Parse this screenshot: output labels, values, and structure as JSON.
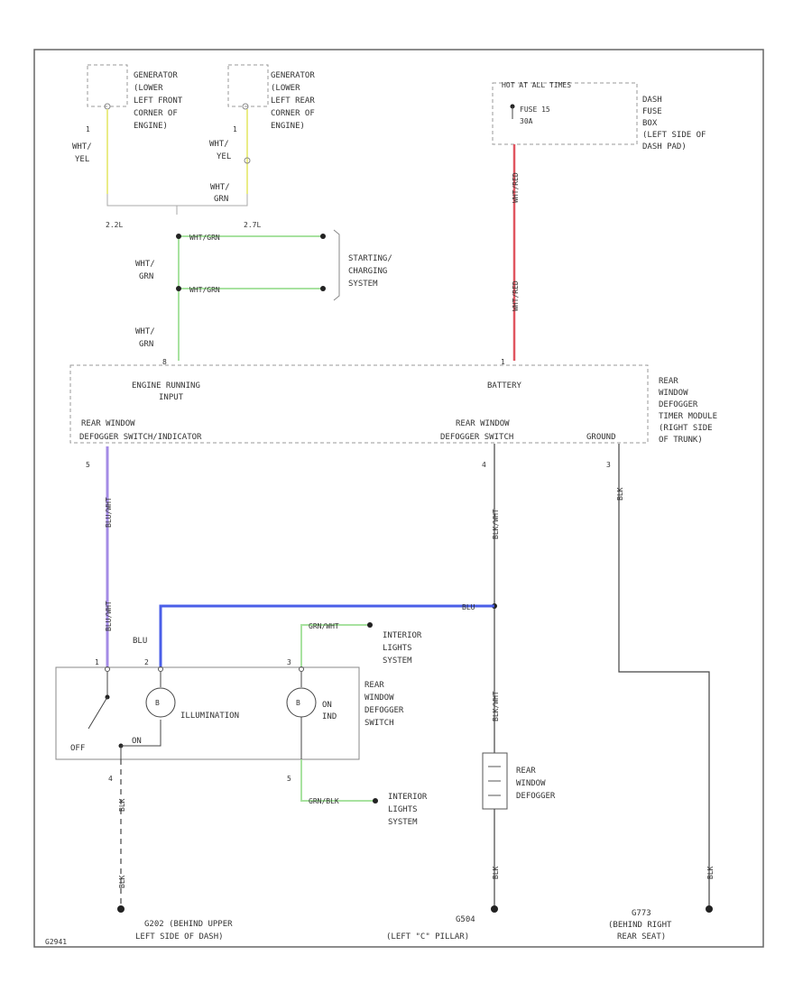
{
  "colors": {
    "yellow": "#eaec87",
    "green": "#a8e2a0",
    "red": "#e05560",
    "violet": "#a48be6",
    "blue": "#4a5ee8",
    "black": "#222222",
    "dashed_box": "#888888"
  },
  "components": {
    "gen_front": [
      "GENERATOR",
      "(LOWER",
      "LEFT FRONT",
      "CORNER OF",
      "ENGINE)"
    ],
    "gen_rear": [
      "GENERATOR",
      "(LOWER",
      "LEFT REAR",
      "CORNER OF",
      "ENGINE)"
    ],
    "fuse_box": {
      "hot": "HOT AT ALL TIMES",
      "fuse": [
        "FUSE 15",
        "30A"
      ],
      "location": [
        "DASH",
        "FUSE",
        "BOX",
        "(LEFT SIDE OF",
        "DASH PAD)"
      ]
    },
    "starting": [
      "STARTING/",
      "CHARGING",
      "SYSTEM"
    ],
    "timer_module": {
      "engine_running": [
        "ENGINE RUNNING",
        "INPUT"
      ],
      "battery": "BATTERY",
      "switch_indicator": [
        "REAR WINDOW",
        "DEFOGGER SWITCH/INDICATOR"
      ],
      "switch": [
        "REAR WINDOW",
        "DEFOGGER SWITCH"
      ],
      "ground": "GROUND",
      "name": [
        "REAR",
        "WINDOW",
        "DEFOGGER",
        "TIMER MODULE",
        "(RIGHT SIDE",
        "OF TRUNK)"
      ]
    },
    "defogger_switch": {
      "name": [
        "REAR",
        "WINDOW",
        "DEFOGGER",
        "SWITCH"
      ],
      "illumination": "ILLUMINATION",
      "on_ind": [
        "ON",
        "IND"
      ],
      "off": "OFF",
      "on": "ON"
    },
    "interior1": [
      "INTERIOR",
      "LIGHTS",
      "SYSTEM"
    ],
    "interior2": [
      "INTERIOR",
      "LIGHTS",
      "SYSTEM"
    ],
    "rear_defogger": [
      "REAR",
      "WINDOW",
      "DEFOGGER"
    ]
  },
  "wires": {
    "whtyel_1": [
      "WHT/",
      "YEL"
    ],
    "whtyel_2": [
      "WHT/",
      "YEL"
    ],
    "whtgrn_top": [
      "WHT/",
      "GRN"
    ],
    "code_l": "2.2L",
    "code_r": "2.7L",
    "whtgrn_h1": "WHT/GRN",
    "whtgrn_h2": "WHT/GRN",
    "whtgrn_v1": [
      "WHT/",
      "GRN"
    ],
    "whtgrn_v2": [
      "WHT/",
      "GRN"
    ],
    "whtred_1": "WHT/RED",
    "whtred_2": "WHT/RED",
    "blkwht": "BLK/WHT",
    "blkwht_2": "BLK/WHT",
    "blu": "BLU",
    "blu_right": "BLU",
    "grnwht": "GRN/WHT",
    "grnblk": "GRN/BLK",
    "blk_trunk": "BLK",
    "blk_sw": "BLK",
    "blk_sw2": "BLK",
    "blk_def": "BLK",
    "blk_g": "BLK",
    "violet1": "BLU/WHT",
    "violet2": "BLU/WHT"
  },
  "pins": {
    "gen1": "1",
    "gen2": "1",
    "mod_ei": "8",
    "mod_batt": "1",
    "mod_swi": "5",
    "mod_sw": "4",
    "mod_gnd": "3",
    "sw1": "1",
    "sw2": "2",
    "sw3": "3",
    "sw4": "4",
    "sw5": "5"
  },
  "grounds": {
    "g1": [
      "G202 (BEHIND UPPER",
      "LEFT SIDE OF DASH)"
    ],
    "g2": [
      "G504",
      "(LEFT \"C\" PILLAR)"
    ],
    "g3": [
      "G773",
      "(BEHIND RIGHT",
      "REAR SEAT)"
    ]
  },
  "footer_code": "G2941"
}
